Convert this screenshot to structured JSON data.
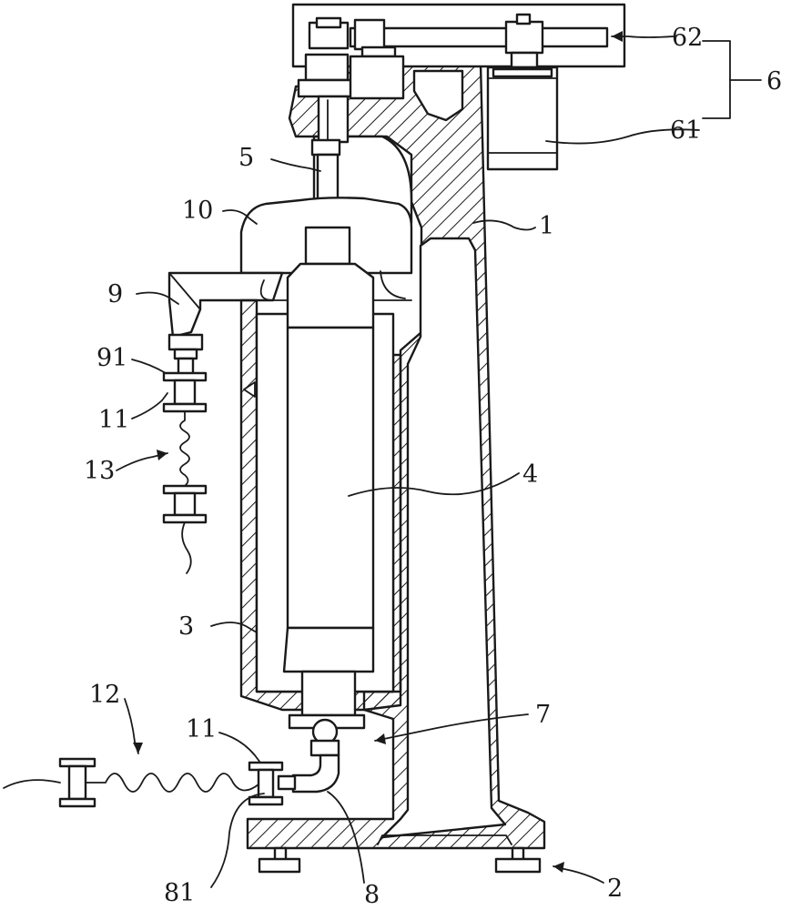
{
  "labels": {
    "l1": "1",
    "l2": "2",
    "l3": "3",
    "l4": "4",
    "l5": "5",
    "l6": "6",
    "l7": "7",
    "l8": "8",
    "l9": "9",
    "l10": "10",
    "l11a": "11",
    "l11b": "11",
    "l12": "12",
    "l13": "13",
    "l61": "61",
    "l62": "62",
    "l81": "81",
    "l91": "91"
  }
}
